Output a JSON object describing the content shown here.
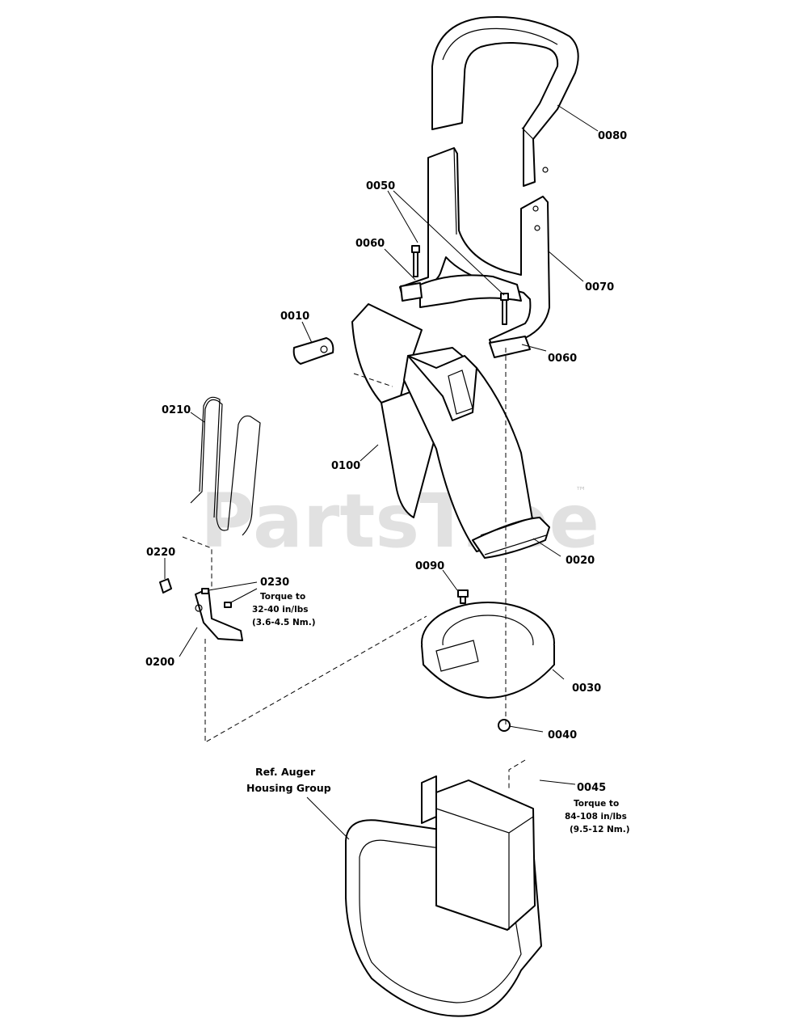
{
  "watermark": {
    "brand": "PartsTree",
    "trademark": "™"
  },
  "callouts": {
    "c0010": "0010",
    "c0020": "0020",
    "c0030": "0030",
    "c0040": "0040",
    "c0045": "0045",
    "c0050": "0050",
    "c0060a": "0060",
    "c0060b": "0060",
    "c0070": "0070",
    "c0080": "0080",
    "c0090": "0090",
    "c0100": "0100",
    "c0200": "0200",
    "c0210": "0210",
    "c0220": "0220",
    "c0230": "0230"
  },
  "notes": {
    "torque_0230": [
      "Torque to",
      "32-40 in/lbs",
      "(3.6-4.5 Nm.)"
    ],
    "torque_0045": [
      "Torque to",
      "84-108 in/lbs",
      "(9.5-12 Nm.)"
    ],
    "ref_auger": [
      "Ref. Auger",
      "Housing Group"
    ]
  }
}
